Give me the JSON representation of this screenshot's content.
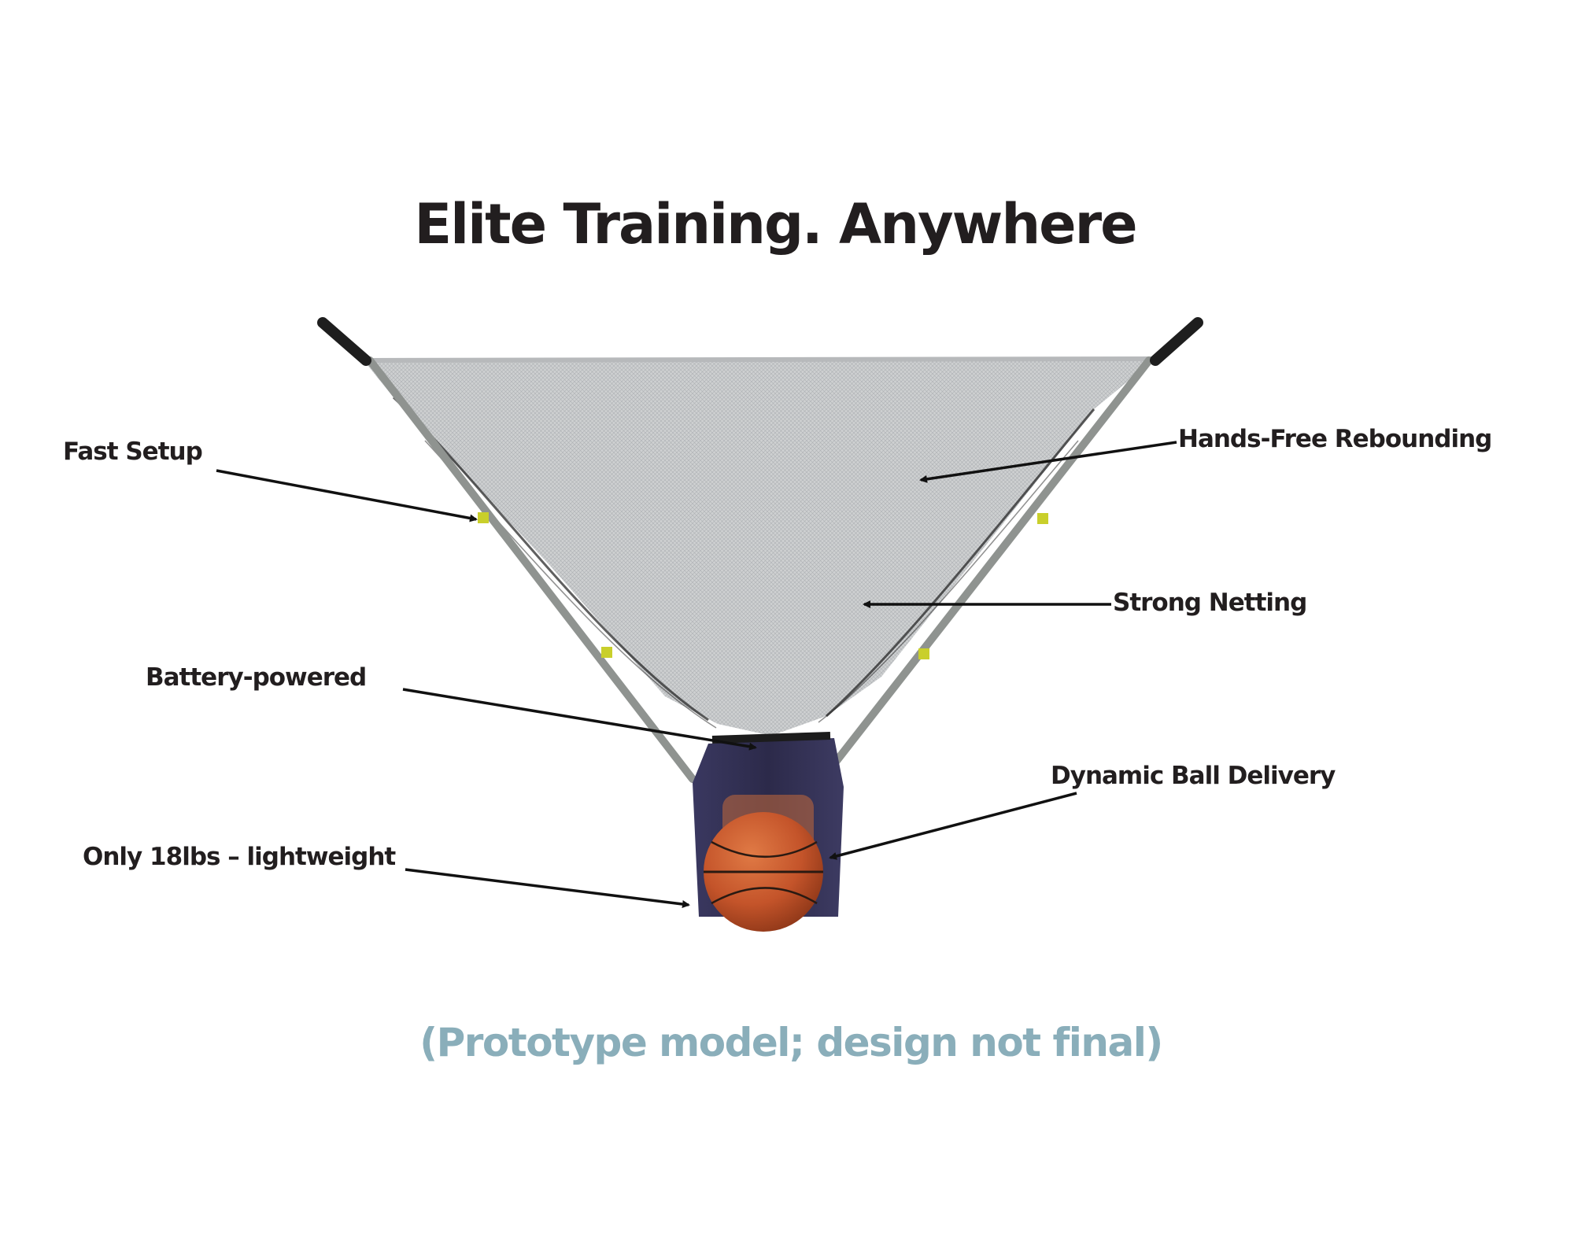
{
  "title": "Elite Training. Anywhere",
  "footnote": "(Prototype model; design not final)",
  "callouts": {
    "fast_setup": "Fast Setup",
    "battery": "Battery-powered",
    "weight": "Only 18lbs – lightweight",
    "rebounding": "Hands-Free Rebounding",
    "netting": "Strong Netting",
    "delivery": "Dynamic Ball Delivery"
  },
  "colors": {
    "text": "#221e1f",
    "footnote": "#8aaeba",
    "net": "#c9cbcd",
    "base": "#2e2c4e",
    "ball": "#c9582c"
  }
}
